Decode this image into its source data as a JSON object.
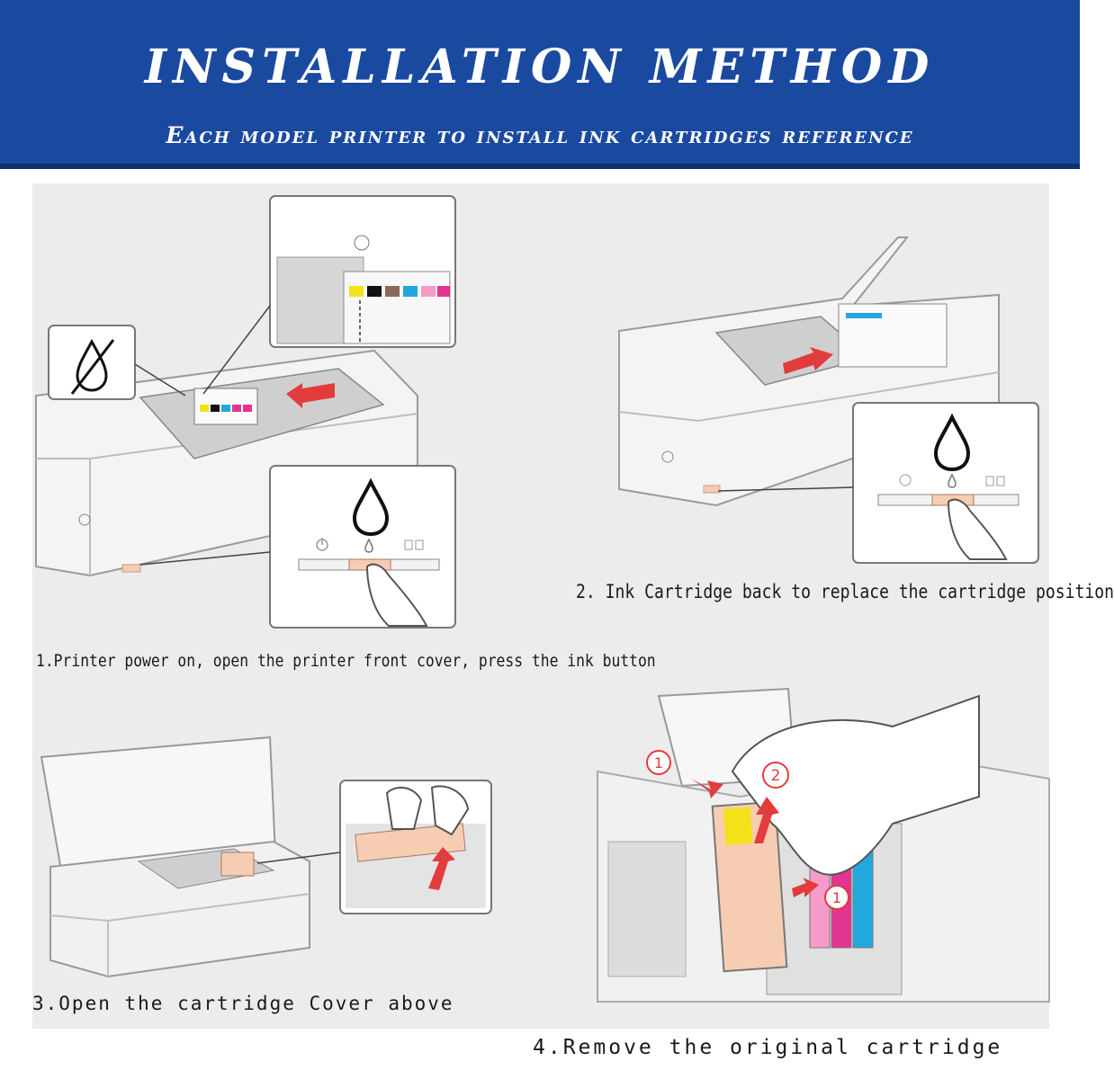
{
  "header": {
    "title": "INSTALLATION METHOD",
    "subtitle": "Each model printer to install ink cartridges reference"
  },
  "steps": [
    {
      "caption": "1.Printer power on, open the printer front cover, press the ink button"
    },
    {
      "caption": "2. Ink Cartridge back to replace the cartridge position"
    },
    {
      "caption": "3.Open the cartridge Cover above"
    },
    {
      "caption": "4.Remove the original cartridge"
    }
  ],
  "markers": [
    "1",
    "2",
    "1"
  ],
  "colors": {
    "banner": "#1a4aa0",
    "panel": "#ececec",
    "accent_arrow": "#e23c3c",
    "ink_yellow": "#f5e11a",
    "ink_magenta": "#e3348f",
    "ink_cyan": "#22a8dc",
    "ink_black": "#111111",
    "cartridge_peach": "#f6cdb2"
  },
  "icons": [
    "ink-drop-icon",
    "power-icon",
    "no-ink-icon",
    "arrow-icon",
    "cartridge-icon",
    "hand-icon"
  ]
}
